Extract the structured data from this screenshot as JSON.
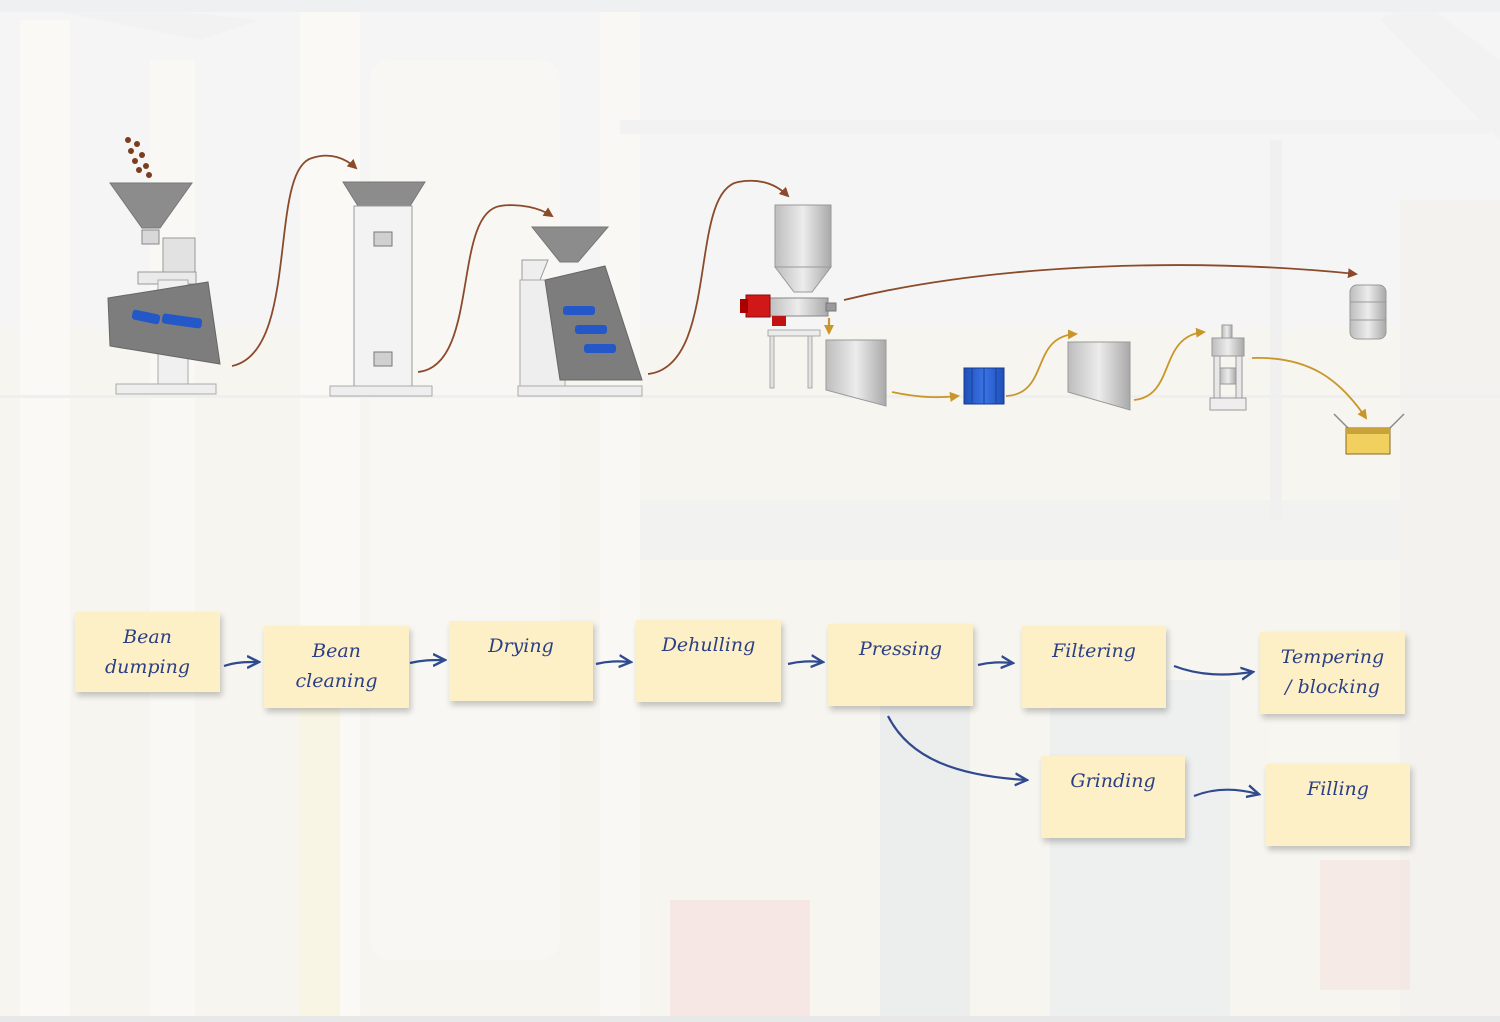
{
  "colors": {
    "note_fill": "#fdf0c6",
    "note_text": "#2b3f86",
    "flow_arrow": "#2f4a8e",
    "machine_arrow_brown": "#8b4a2a",
    "machine_arrow_gold": "#c8962a",
    "machine_gray": "#b5b5b5",
    "accent_blue": "#2458c8",
    "accent_red": "#d01818",
    "accent_yellow": "#f2d060"
  },
  "steps": [
    {
      "id": "bean-dumping",
      "label": "Bean dumping"
    },
    {
      "id": "bean-cleaning",
      "label": "Bean cleaning"
    },
    {
      "id": "drying",
      "label": "Drying"
    },
    {
      "id": "dehulling",
      "label": "Dehulling"
    },
    {
      "id": "pressing",
      "label": "Pressing"
    },
    {
      "id": "filtering",
      "label": "Filtering"
    },
    {
      "id": "tempering-blocking",
      "label": "Tempering / blocking"
    },
    {
      "id": "grinding",
      "label": "Grinding"
    },
    {
      "id": "filling",
      "label": "Filling"
    }
  ],
  "flow": [
    {
      "from": "bean-dumping",
      "to": "bean-cleaning"
    },
    {
      "from": "bean-cleaning",
      "to": "drying"
    },
    {
      "from": "drying",
      "to": "dehulling"
    },
    {
      "from": "dehulling",
      "to": "pressing"
    },
    {
      "from": "pressing",
      "to": "filtering"
    },
    {
      "from": "filtering",
      "to": "tempering-blocking"
    },
    {
      "from": "pressing",
      "to": "grinding"
    },
    {
      "from": "grinding",
      "to": "filling"
    }
  ],
  "equipment_icons": [
    "hopper-dumper-icon",
    "cleaner-column-icon",
    "roaster-dryer-icon",
    "press-extruder-icon",
    "filter-tank-icon",
    "blue-filter-cartridge-icon",
    "second-tank-icon",
    "block-press-icon",
    "storage-drum-icon",
    "yellow-tray-icon"
  ]
}
